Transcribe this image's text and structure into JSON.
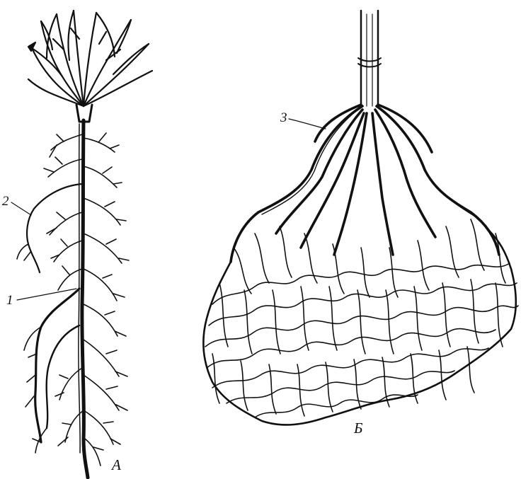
{
  "figure": {
    "panels": [
      {
        "id": "A",
        "label": "А"
      },
      {
        "id": "B",
        "label": "Б"
      }
    ],
    "callouts": [
      {
        "number": "1"
      },
      {
        "number": "2"
      },
      {
        "number": "3"
      }
    ]
  }
}
